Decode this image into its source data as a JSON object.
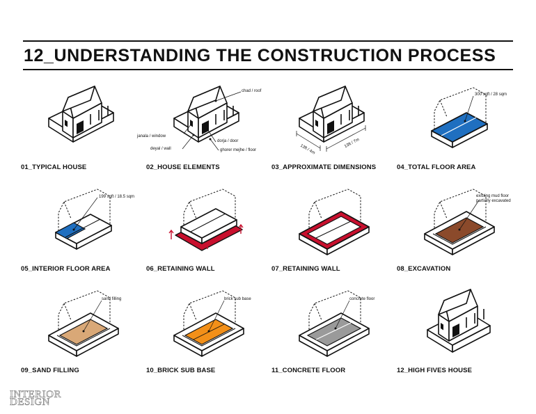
{
  "title": "12_UNDERSTANDING THE CONSTRUCTION PROCESS",
  "panels": [
    {
      "label": "01_TYPICAL HOUSE"
    },
    {
      "label": "02_HOUSE ELEMENTS",
      "annotations": {
        "roof": "chad / roof",
        "window": "janala / window",
        "wall": "deyal / wall",
        "door": "dorja / door",
        "floor": "ghorer mejhe / floor"
      }
    },
    {
      "label": "03_APPROXIMATE DIMENSIONS",
      "annotations": {
        "dim1": "13ft / 4m",
        "dim2": "13ft / 7m"
      }
    },
    {
      "label": "04_TOTAL FLOOR AREA",
      "annotations": {
        "area": "300 sqft / 28 sqm"
      }
    },
    {
      "label": "05_INTERIOR FLOOR AREA",
      "annotations": {
        "area": "199 sqft / 18.5 sqm"
      }
    },
    {
      "label": "06_RETAINING WALL"
    },
    {
      "label": "07_RETAINING WALL"
    },
    {
      "label": "08_EXCAVATION",
      "annotations": {
        "l1": "existing mud floor",
        "l2": "partially excavated"
      }
    },
    {
      "label": "09_SAND FILLING",
      "annotations": {
        "fill": "sand filling"
      }
    },
    {
      "label": "10_BRICK SUB BASE",
      "annotations": {
        "fill": "brick sub base"
      }
    },
    {
      "label": "11_CONCRETE FLOOR",
      "annotations": {
        "fill": "concrete floor"
      }
    },
    {
      "label": "12_HIGH FIVES HOUSE"
    }
  ],
  "logo": {
    "line1": "INTERIOR",
    "line2": "DESIGN"
  },
  "colors": {
    "blue": "#1f6fc0",
    "red": "#c8102e",
    "mud": "#8b4a2b",
    "sand": "#d9a877",
    "brick": "#f39019",
    "concrete": "#9a9a9a"
  }
}
